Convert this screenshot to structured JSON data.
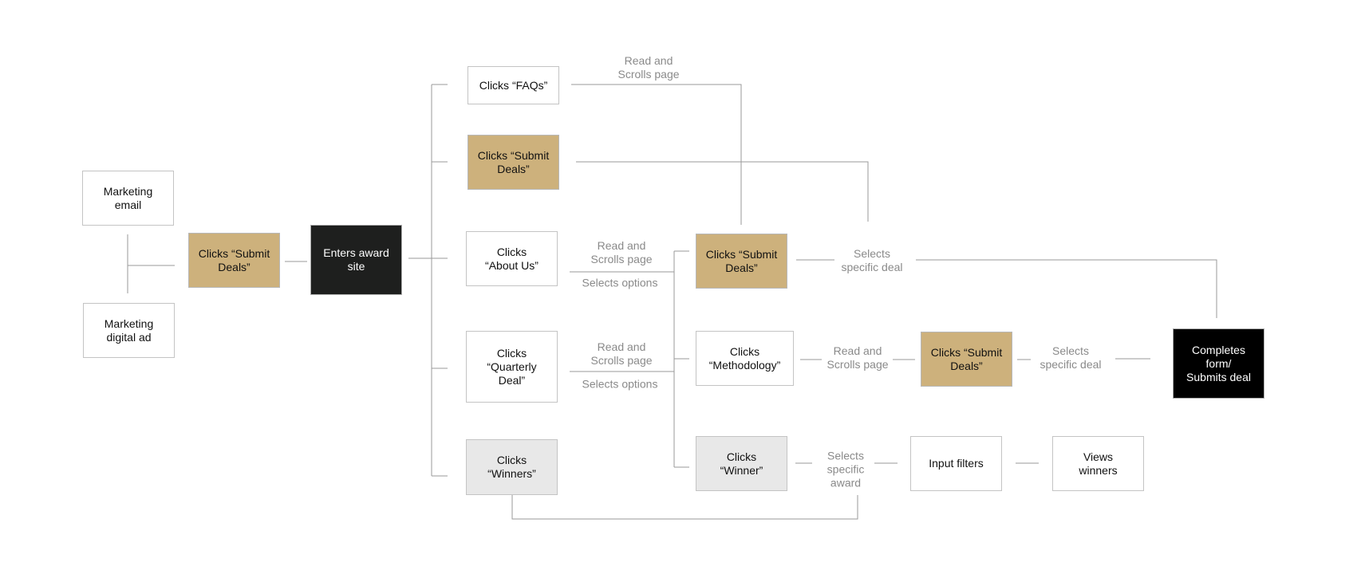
{
  "colors": {
    "accent_tan": "#cdb17c",
    "entry_dark": "#1e1f1e",
    "final_black": "#000000",
    "winner_gray": "#e8e8e8",
    "connector": "#9a9a9a",
    "label_text": "#8a8a8a"
  },
  "nodes": {
    "marketing_email": "Marketing\nemail",
    "marketing_digital_ad": "Marketing\ndigital ad",
    "clicks_submit_deals_entry": "Clicks “Submit\nDeals”",
    "enters_award_site": "Enters award\nsite",
    "clicks_faqs": "Clicks “FAQs”",
    "clicks_submit_deals_nav": "Clicks “Submit\nDeals”",
    "clicks_about_us": "Clicks\n“About Us”",
    "clicks_quarterly_deal": "Clicks\n“Quarterly\nDeal”",
    "clicks_winners": "Clicks\n“Winners”",
    "clicks_submit_deals_mid": "Clicks “Submit\nDeals”",
    "clicks_methodology": "Clicks\n“Methodology”",
    "clicks_winner": "Clicks\n“Winner”",
    "clicks_submit_deals_method": "Clicks “Submit\nDeals”",
    "completes_form": "Completes\nform/\nSubmits deal",
    "input_filters": "Input filters",
    "views_winners": "Views\nwinners"
  },
  "labels": {
    "faq_read": "Read and\nScrolls page",
    "about_read": "Read and\nScrolls page",
    "about_selects": "Selects options",
    "quarterly_read": "Read and\nScrolls page",
    "quarterly_selects": "Selects options",
    "submit_selects_deal": "Selects\nspecific deal",
    "method_read": "Read and\nScrolls page",
    "method_selects_deal": "Selects\nspecific deal",
    "winner_selects_award": "Selects\nspecific\naward"
  }
}
